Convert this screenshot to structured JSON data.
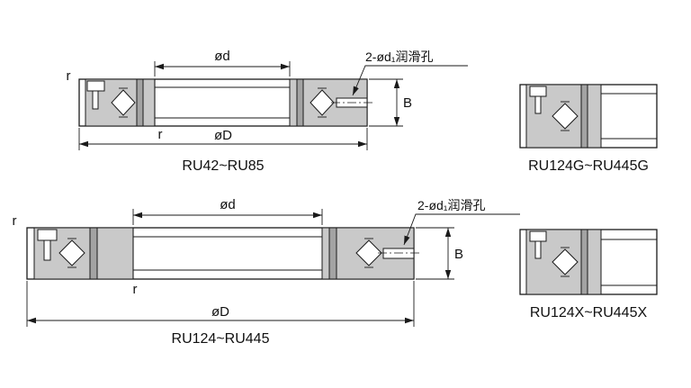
{
  "colors": {
    "line": "#1a1a1a",
    "section_gray": "#c9c9c9",
    "section_dark": "#a3a3a3",
    "background": "#ffffff"
  },
  "labels": {
    "dim_d": "ød",
    "dim_D": "øD",
    "dim_B": "B",
    "dim_r": "r",
    "lube_note": "2-ød₁润滑孔"
  },
  "diagrams": {
    "ru42": {
      "title": "RU42~RU85"
    },
    "ru124g": {
      "title": "RU124G~RU445G"
    },
    "ru124": {
      "title": "RU124~RU445"
    },
    "ru124x": {
      "title": "RU124X~RU445X"
    }
  }
}
